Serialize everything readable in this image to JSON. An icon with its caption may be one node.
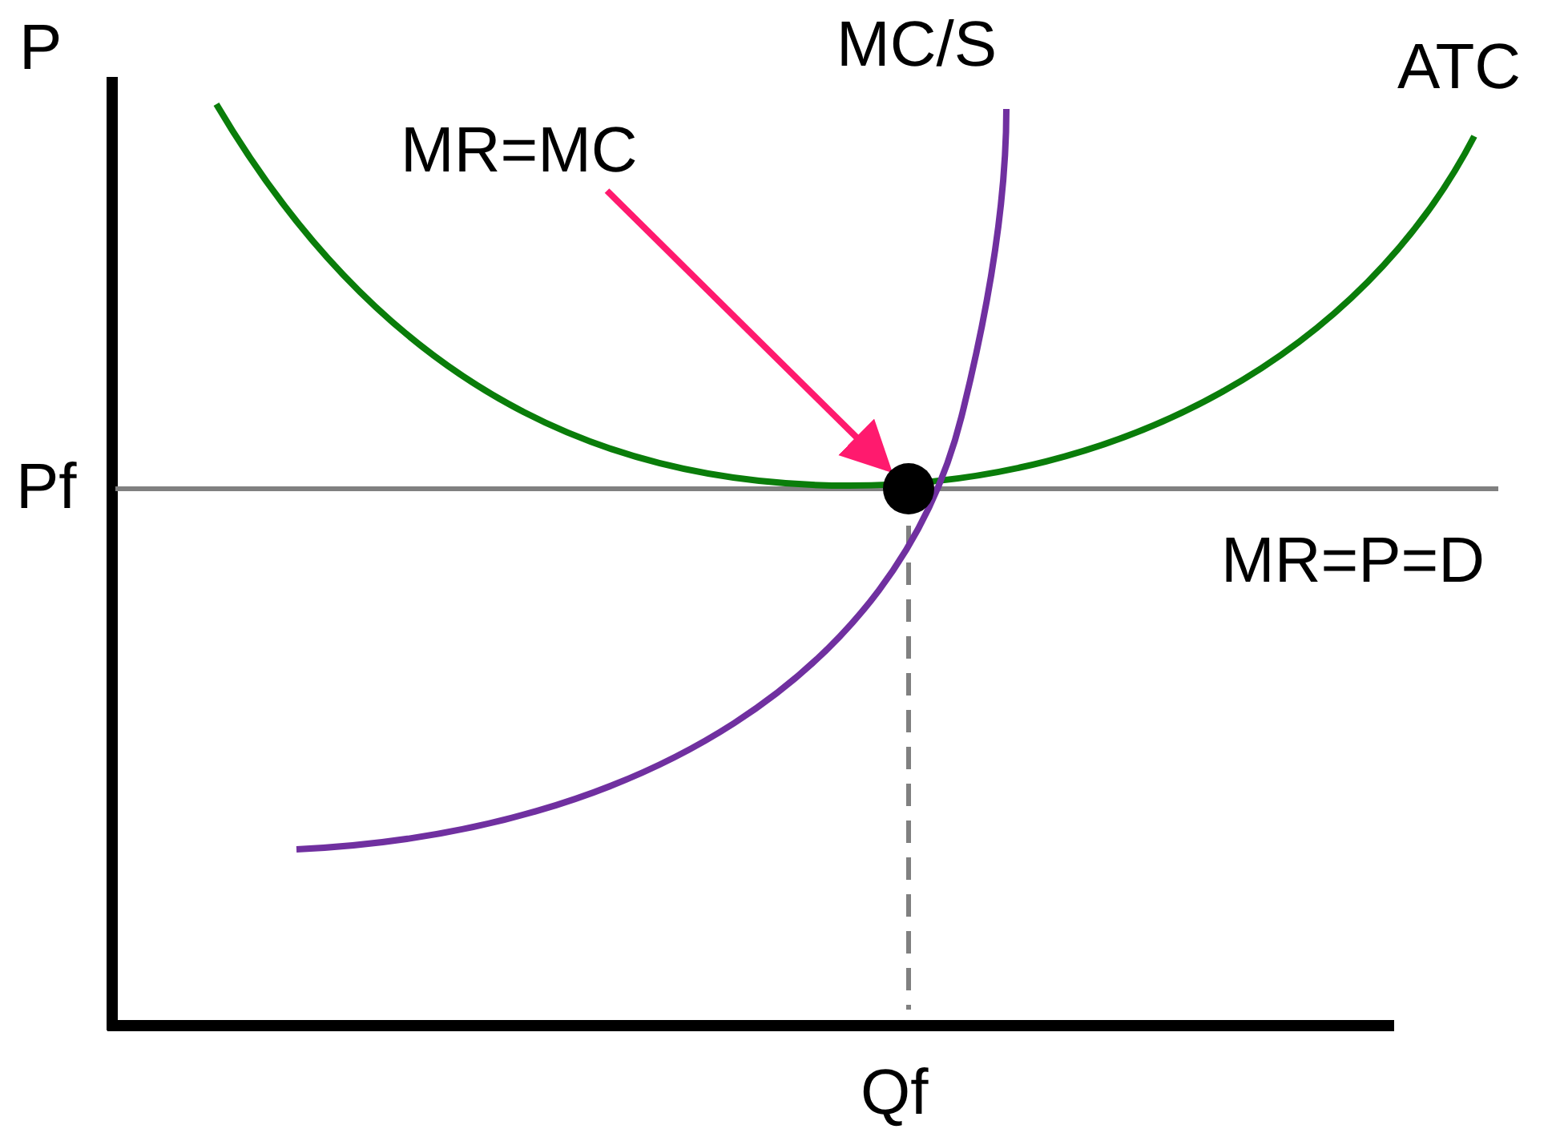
{
  "diagram": {
    "nodes": [
      {
        "text": [
          "MR=MC"
        ]
      },
      {
        "text": [],
        "shape": "circle"
      }
    ],
    "edges": [
      {
        "from": 0,
        "to": 1,
        "arrow": "to",
        "color": "#ff1a6e"
      }
    ],
    "labels": [
      "P",
      "MC/S",
      "ATC",
      "Pf",
      "MR=P=D",
      "Qf"
    ]
  }
}
